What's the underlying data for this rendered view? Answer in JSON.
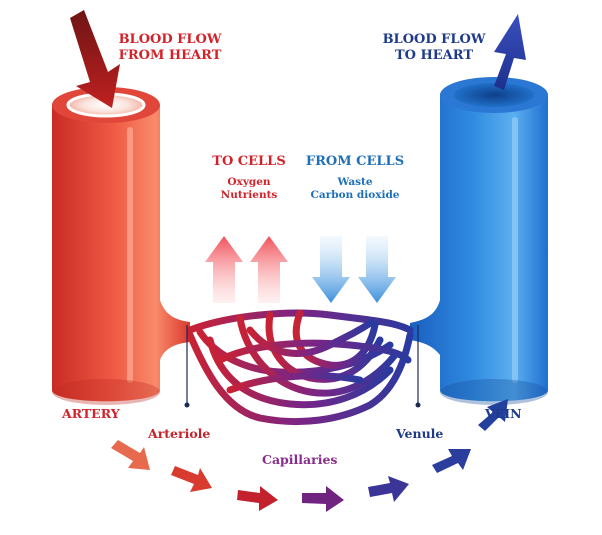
{
  "labels": {
    "blood_from_heart": [
      "BLOOD FLOW",
      "FROM HEART"
    ],
    "blood_to_heart": [
      "BLOOD FLOW",
      "TO HEART"
    ],
    "to_cells": {
      "title": "TO CELLS",
      "items": [
        "Oxygen",
        "Nutrients"
      ]
    },
    "from_cells": {
      "title": "FROM CELLS",
      "items": [
        "Waste",
        "Carbon dioxide"
      ]
    },
    "artery": "ARTERY",
    "vein": "VEIN",
    "arteriole": "Arteriole",
    "venule": "Venule",
    "capillaries": "Capillaries"
  },
  "colors": {
    "artery_red": "#e8453a",
    "artery_dark": "#b81e1e",
    "vein_blue": "#2f7fd8",
    "vein_dark": "#1a4fa8",
    "label_red": "#d2232a",
    "label_blue": "#1e3a8a",
    "label_cyan": "#1f6fb8",
    "capillary_purple": "#8a2c8a"
  }
}
